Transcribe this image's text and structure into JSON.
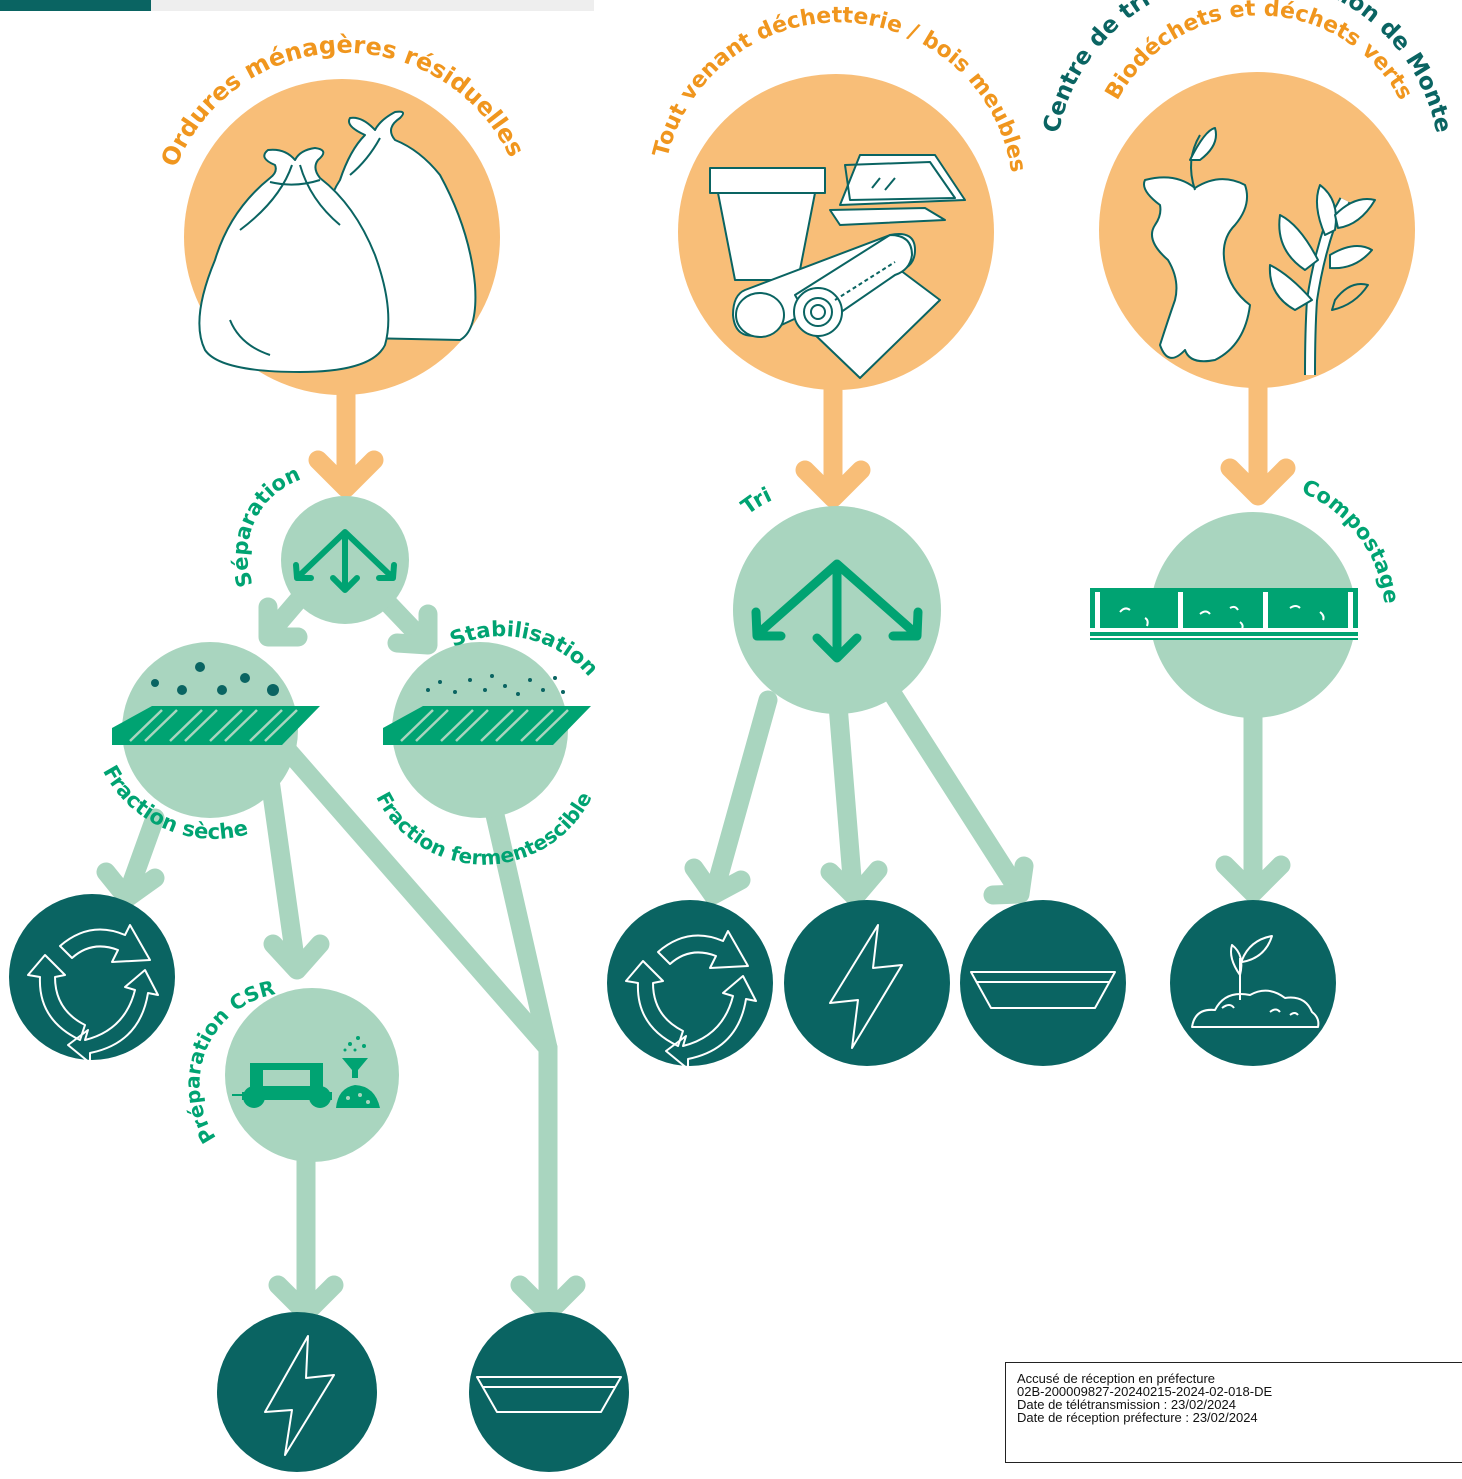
{
  "colors": {
    "orange": "#F8BE78",
    "orange_text": "#F0961E",
    "light_green": "#A9D5BF",
    "green": "#00A372",
    "dark_green": "#0A6462",
    "white": "#FFFFFF"
  },
  "sources": {
    "ordures": "Ordures ménagères résiduelles",
    "tout_venant": "Tout venant déchetterie / bois meubles",
    "centre": "Centre de tri et de valorisation de Monte",
    "biodechets": "Biodéchets et déchets verts"
  },
  "steps": {
    "separation": "Séparation",
    "stabilisation": "Stabilisation",
    "fraction_seche": "Fraction sèche",
    "fraction_fermentescible": "Fraction fermentescible",
    "preparation_csr": "Préparation CSR",
    "tri": "Tri",
    "compostage": "Compostage"
  },
  "icons": {
    "outputs": [
      "recycle-icon",
      "lightning-icon",
      "landfill-icon",
      "sprout-icon"
    ],
    "sources": [
      "trash-bags-icon",
      "furniture-waste-icon",
      "biowaste-icon"
    ]
  },
  "stamp": {
    "line1": "Accusé de réception en préfecture",
    "line2": "02B-200009827-20240215-2024-02-018-DE",
    "line3": "Date de télétransmission : 23/02/2024",
    "line4": "Date de réception préfecture : 23/02/2024"
  }
}
